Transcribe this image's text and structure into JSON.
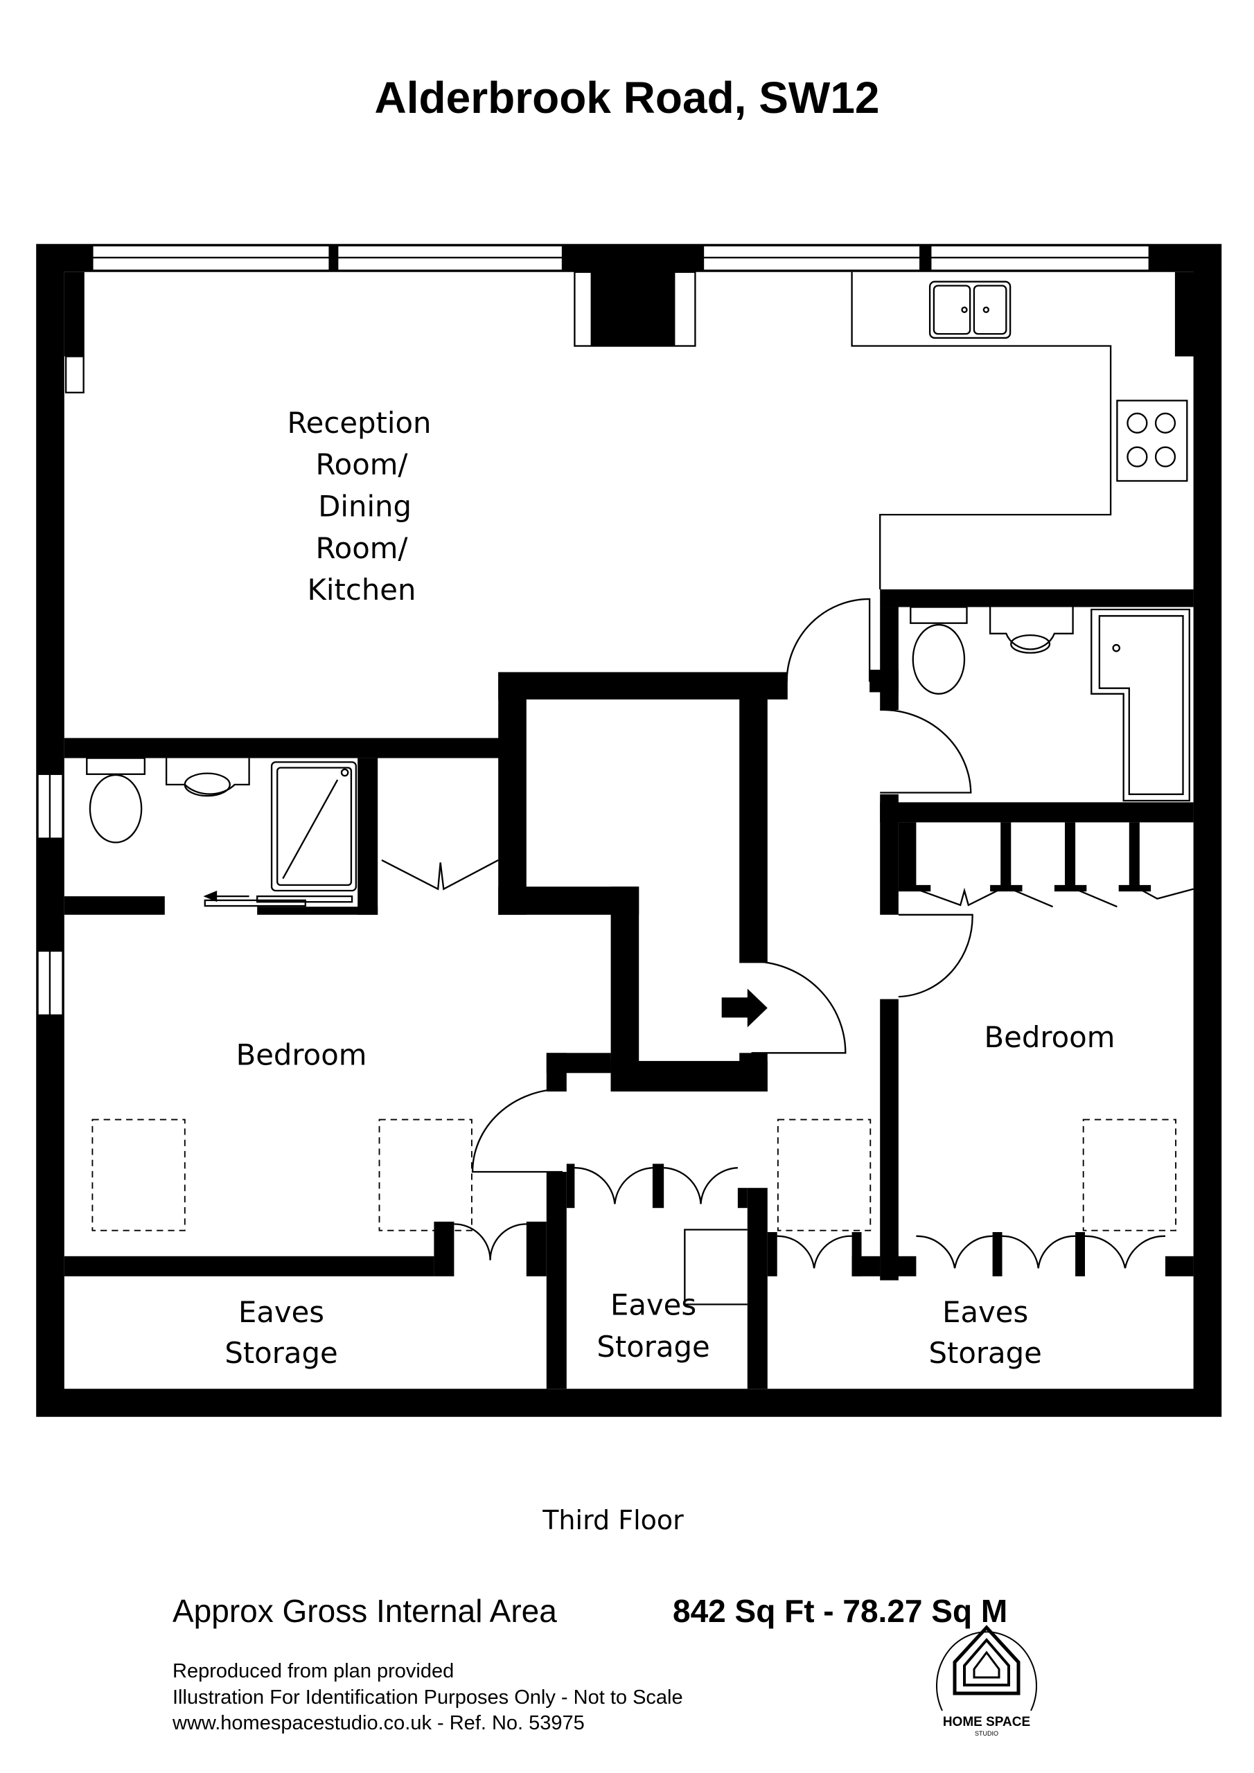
{
  "title": "Alderbrook Road, SW12",
  "rooms": {
    "reception": [
      "Reception",
      "Room/",
      "Dining",
      "Room/",
      "Kitchen"
    ],
    "bedroom_left": "Bedroom",
    "bedroom_right": "Bedroom",
    "eaves_left": [
      "Eaves",
      "Storage"
    ],
    "eaves_middle": [
      "Eaves",
      "Storage"
    ],
    "eaves_right": [
      "Eaves",
      "Storage"
    ]
  },
  "floor_label": "Third Floor",
  "area": {
    "label": "Approx Gross Internal Area",
    "value": "842 Sq Ft - 78.27 Sq M"
  },
  "disclaimer": [
    "Reproduced from plan provided",
    "Illustration For Identification Purposes Only - Not to Scale",
    "www.homespacestudio.co.uk - Ref. No. 53975"
  ],
  "logo": {
    "name": "HOME SPACE",
    "sub": "STUDIO"
  }
}
